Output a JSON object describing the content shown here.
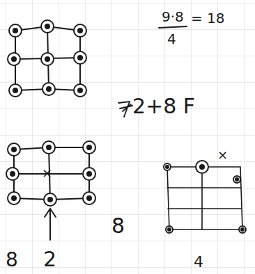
{
  "diagram": {
    "labels": [
      "9·8",
      "4",
      "= 18",
      "2+8 F",
      "×",
      "8",
      "2",
      "8",
      "×",
      "4"
    ]
  }
}
